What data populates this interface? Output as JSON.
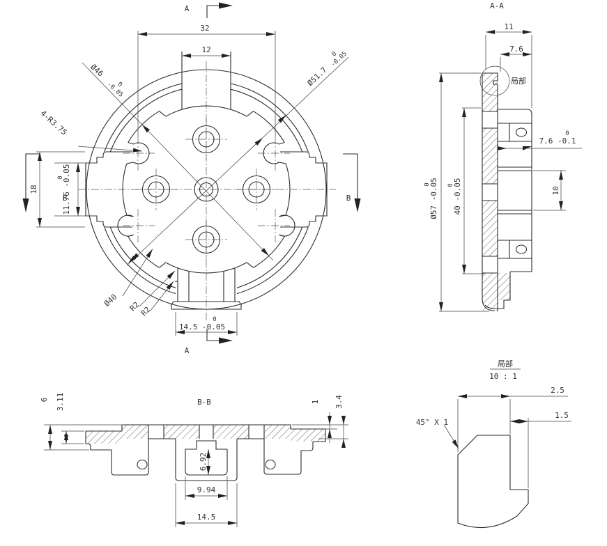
{
  "front": {
    "section_a_top": "A",
    "section_a_bottom": "A",
    "section_b_left": "B",
    "section_b_right": "B",
    "dim_32": "32",
    "dim_12": "12",
    "dia46": {
      "base": "Ø46",
      "up": "0",
      "lo": "-0.05"
    },
    "dia517": {
      "base": "Ø51.7",
      "up": "0",
      "lo": "-0.05"
    },
    "scallop": "4-R3.75",
    "dia40": "Ø40",
    "fillet_a": "R2",
    "fillet_b": "R2",
    "dim_18": "18",
    "dim_1176": {
      "base": "11.76 -0.05",
      "up": "0"
    },
    "dim_145": {
      "base": "14.5 -0.05",
      "up": "0"
    }
  },
  "section_aa": {
    "title": "A-A",
    "dim_11": "11",
    "dim_76": "7.6",
    "dia57": {
      "base": "Ø57 -0.05",
      "up": "0"
    },
    "dim_40": {
      "base": "40 -0.05",
      "up": "0"
    },
    "dim_76tol": {
      "base": "7.6 -0.1",
      "up": "0"
    },
    "dim_10": "10",
    "detail_ref": "局部"
  },
  "section_bb": {
    "title": "B-B",
    "dim_6": "6",
    "dim_311": "3.11",
    "dim_1": "1",
    "dim_34": "3.4",
    "dim_692": "6.92",
    "dim_994": "9.94",
    "dim_145": "14.5"
  },
  "detail": {
    "title": "局部",
    "scale": "10 : 1",
    "chamfer": "45° X 1",
    "dim_25": "2.5",
    "dim_15": "1.5"
  }
}
